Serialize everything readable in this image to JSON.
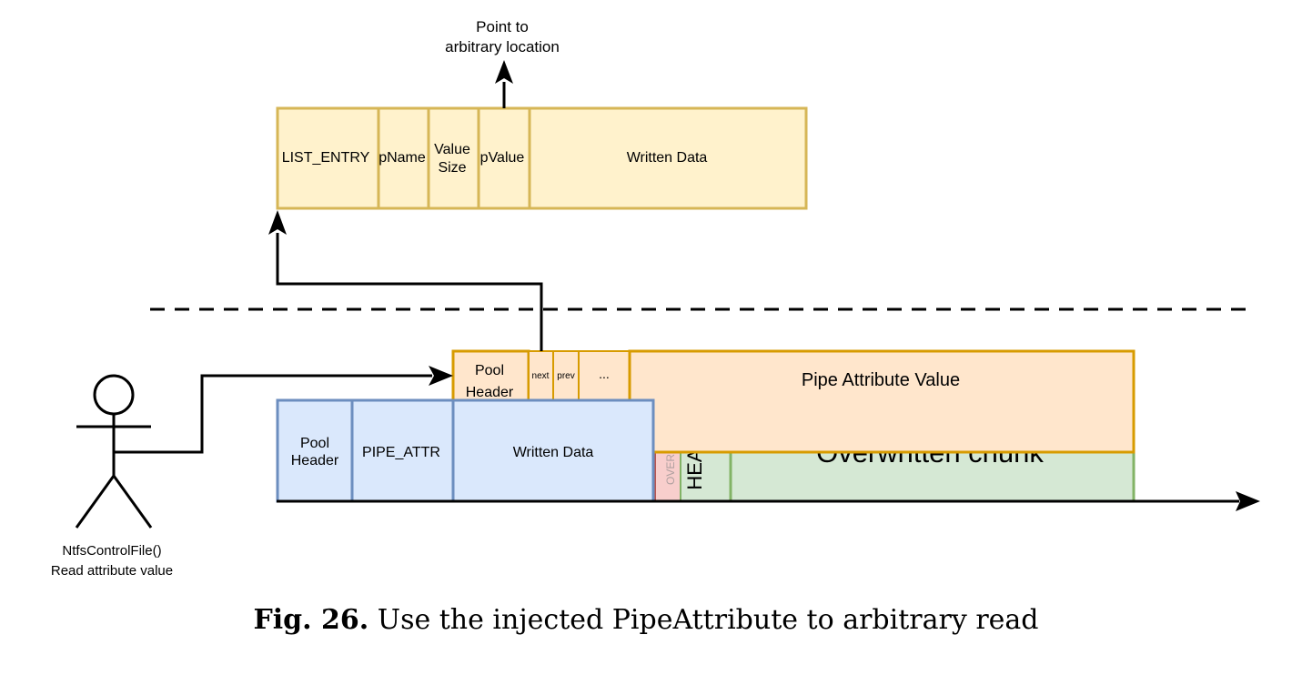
{
  "top_label": {
    "line1": "Point to",
    "line2": "arbitrary location"
  },
  "top_struct": {
    "list_entry": "LIST_ENTRY",
    "pname": "pName",
    "value_size_line1": "Value",
    "value_size_line2": "Size",
    "pvalue": "pValue",
    "written_data": "Written Data"
  },
  "pipe_attr": {
    "pool_header_line1": "Pool",
    "pool_header_line2": "Header",
    "next": "next",
    "prev": "prev",
    "ellipsis": "...",
    "value": "Pipe Attribute Value"
  },
  "chunk": {
    "pool_header_line1": "Pool",
    "pool_header_line2": "Header",
    "pipe_attr": "PIPE_ATTR",
    "written_data": "Written Data",
    "over": "OVER",
    "hea": "HEA",
    "overwritten": "Overwritten chunk"
  },
  "actor": {
    "line1": "NtfsControlFile()",
    "line2": "Read attribute value"
  },
  "caption": {
    "number": "Fig. 26.",
    "text": "Use the injected PipeAttribute to arbitrary read"
  },
  "colors": {
    "yellow_fill": "#fff2cc",
    "yellow_stroke": "#d6b656",
    "orange_fill": "#ffe6cc",
    "orange_stroke": "#d79b00",
    "blue_fill": "#dae8fc",
    "blue_stroke": "#6c8ebf",
    "green_fill": "#d5e8d4",
    "green_stroke": "#82b366",
    "red_fill": "#f8cecc",
    "red_stroke": "#b85450"
  }
}
